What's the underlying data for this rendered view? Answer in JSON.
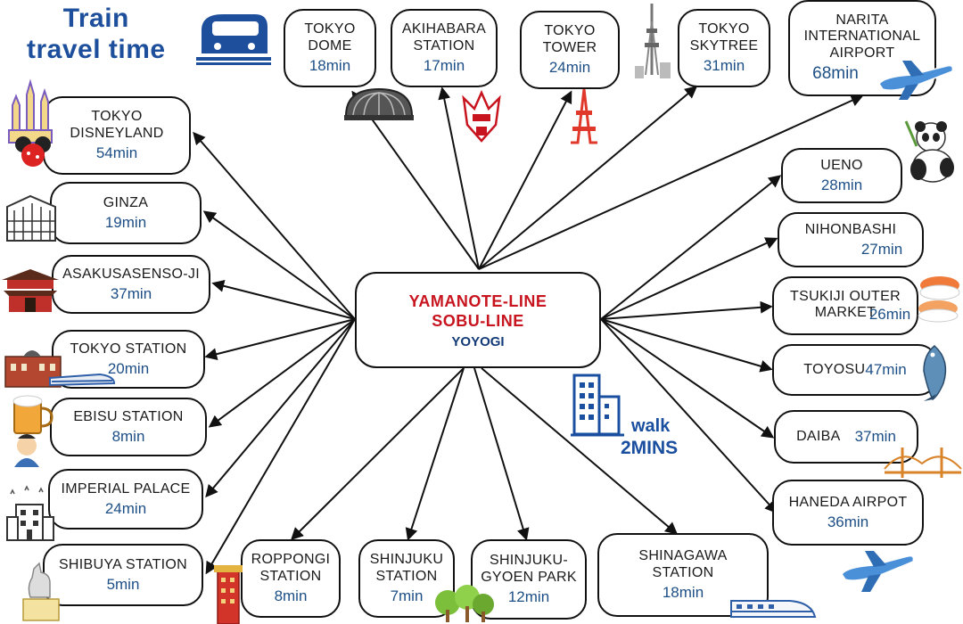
{
  "title": {
    "line1": "Train",
    "line2": "travel time"
  },
  "hub": {
    "line1": "YAMANOTE-LINE",
    "line2": "SOBU-LINE",
    "line3": "YOYOGI"
  },
  "walk": {
    "line1": "walk",
    "line2": "2MINS"
  },
  "destinations": {
    "tokyo_dome": {
      "name": "TOKYO\nDOME",
      "time": "18min"
    },
    "akihabara": {
      "name": "AKIHABARA\nSTATION",
      "time": "17min"
    },
    "tokyo_tower": {
      "name": "TOKYO\nTOWER",
      "time": "24min"
    },
    "tokyo_skytree": {
      "name": "TOKYO\nSKYTREE",
      "time": "31min"
    },
    "narita": {
      "name": "NARITA\nINTERNATIONAL\nAIRPORT",
      "time": "68min"
    },
    "disneyland": {
      "name": "TOKYO\nDISNEYLAND",
      "time": "54min"
    },
    "ginza": {
      "name": "GINZA",
      "time": "19min"
    },
    "asakusa": {
      "name": "ASAKUSASENSO-JI",
      "time": "37min"
    },
    "tokyo_station": {
      "name": "TOKYO STATION",
      "time": "20min"
    },
    "ebisu": {
      "name": "EBISU STATION",
      "time": "8min"
    },
    "imperial_palace": {
      "name": "IMPERIAL PALACE",
      "time": "24min"
    },
    "shibuya": {
      "name": "SHIBUYA STATION",
      "time": "5min"
    },
    "roppongi": {
      "name": "ROPPONGI\nSTATION",
      "time": "8min"
    },
    "shinjuku": {
      "name": "SHINJUKU\nSTATION",
      "time": "7min"
    },
    "shinjuku_gyoen": {
      "name": "SHINJUKU-\nGYOEN PARK",
      "time": "12min"
    },
    "shinagawa": {
      "name": "SHINAGAWA\nSTATION",
      "time": "18min"
    },
    "ueno": {
      "name": "UENO",
      "time": "28min"
    },
    "nihonbashi": {
      "name": "NIHONBASHI",
      "time": "27min"
    },
    "tsukiji": {
      "name": "TSUKIJI OUTER\nMARKET",
      "time": "26min"
    },
    "toyosu": {
      "name": "TOYOSU",
      "time": "47min"
    },
    "daiba": {
      "name": "DAIBA",
      "time": "37min"
    },
    "haneda": {
      "name": "HANEDA AIRPOT",
      "time": "36min"
    }
  },
  "icons": [
    "train-icon",
    "dome-icon",
    "robot-icon",
    "tower-icon",
    "skytree-icon",
    "airplane-icon",
    "castle-icon",
    "building-icon",
    "temple-icon",
    "station-icon",
    "beer-icon",
    "palace-icon",
    "dog-statue-icon",
    "red-tower-icon",
    "trees-icon",
    "shinkansen-icon",
    "panda-icon",
    "sushi-icon",
    "fish-icon",
    "bridge-icon"
  ]
}
